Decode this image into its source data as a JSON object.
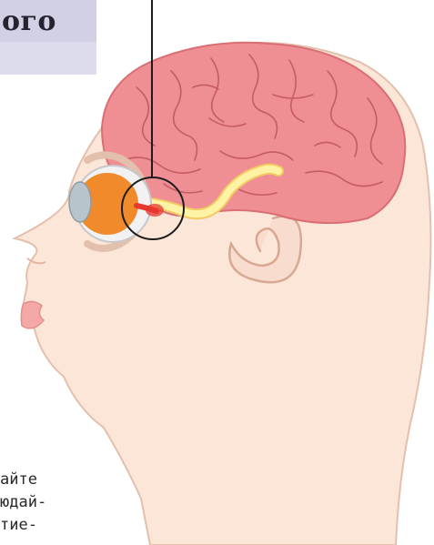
{
  "header": {
    "fragment": "ого"
  },
  "body_text": {
    "lines": [
      {
        "text": "айте"
      },
      {
        "text": "юдай-"
      },
      {
        "text": "тие-"
      }
    ]
  },
  "illustration": {
    "subject": "head-profile-with-brain-eye-optic-nerve",
    "colors": {
      "skin": "#fbe6d8",
      "skin_outline": "#e3c0ad",
      "brain": "#ef8f93",
      "brain_outline": "#d96e74",
      "brain_folds": "#c65c63",
      "eye_white": "#f2f2f2",
      "eye_lens": "#f08a2a",
      "optic_nerve": "#fef3a4",
      "optic_nerve_outline": "#f1cc64",
      "highlight_spot": "#e8372f",
      "circle_marker": "#1c1c1c",
      "panel": "#dcdcec"
    }
  }
}
